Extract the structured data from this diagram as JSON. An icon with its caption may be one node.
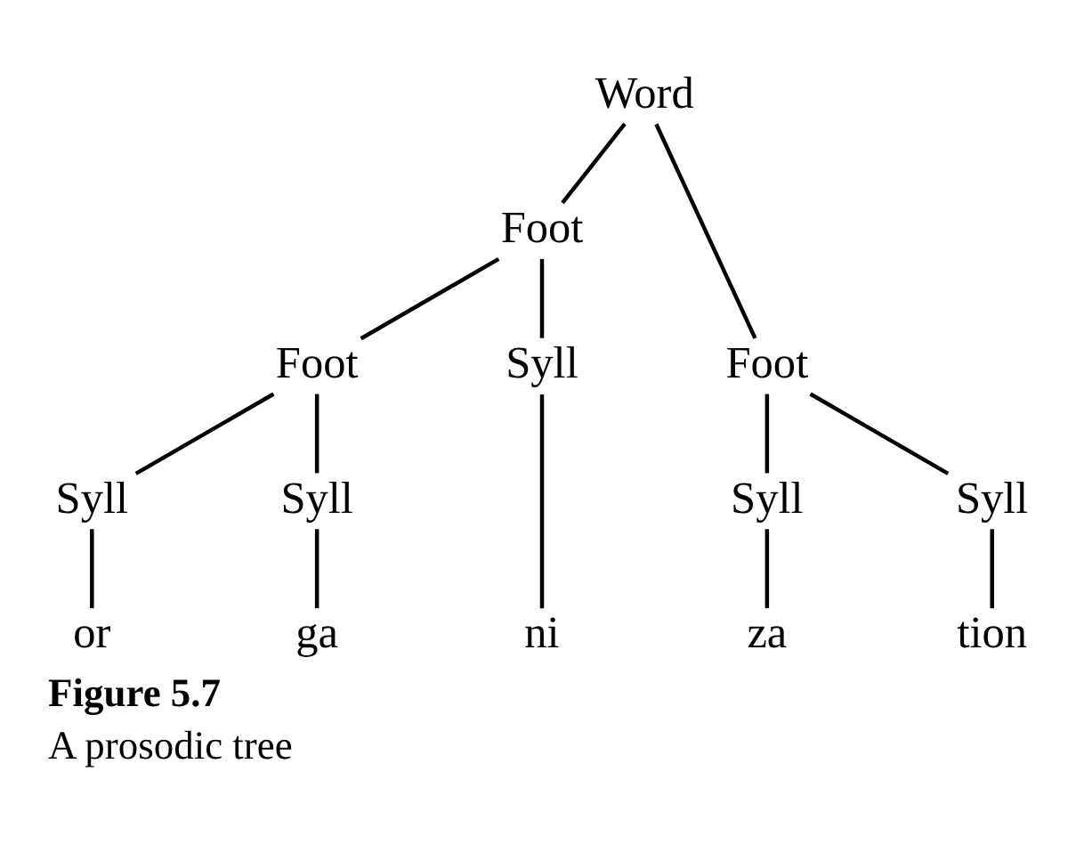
{
  "diagram": {
    "caption": "A prosodic tree",
    "nodes": [
      {
        "text": [
          "Word"
        ]
      },
      {
        "text": [
          "Foot"
        ]
      },
      {
        "text": [
          "Foot"
        ]
      },
      {
        "text": [
          "Foot"
        ]
      },
      {
        "text": [
          "Syll"
        ]
      },
      {
        "text": [
          "Syll"
        ]
      },
      {
        "text": [
          "Syll"
        ]
      },
      {
        "text": [
          "Syll"
        ]
      },
      {
        "text": [
          "Syll"
        ]
      },
      {
        "text": [
          "or"
        ]
      },
      {
        "text": [
          "ga"
        ]
      },
      {
        "text": [
          "ni"
        ]
      },
      {
        "text": [
          "za"
        ]
      },
      {
        "text": [
          "tion"
        ]
      }
    ],
    "edges": [
      {
        "from": 0,
        "to": 1,
        "arrow": "none"
      },
      {
        "from": 0,
        "to": 2,
        "arrow": "none"
      },
      {
        "from": 1,
        "to": 3,
        "arrow": "none"
      },
      {
        "from": 1,
        "to": 4,
        "arrow": "none"
      },
      {
        "from": 2,
        "to": 5,
        "arrow": "none"
      },
      {
        "from": 2,
        "to": 6,
        "arrow": "none"
      },
      {
        "from": 3,
        "to": 7,
        "arrow": "none"
      },
      {
        "from": 3,
        "to": 8,
        "arrow": "none"
      },
      {
        "from": 7,
        "to": 9,
        "arrow": "none"
      },
      {
        "from": 8,
        "to": 10,
        "arrow": "none"
      },
      {
        "from": 4,
        "to": 11,
        "arrow": "none"
      },
      {
        "from": 5,
        "to": 12,
        "arrow": "none"
      },
      {
        "from": 6,
        "to": 13,
        "arrow": "none"
      }
    ],
    "labels": [
      "Figure 5.7"
    ]
  }
}
